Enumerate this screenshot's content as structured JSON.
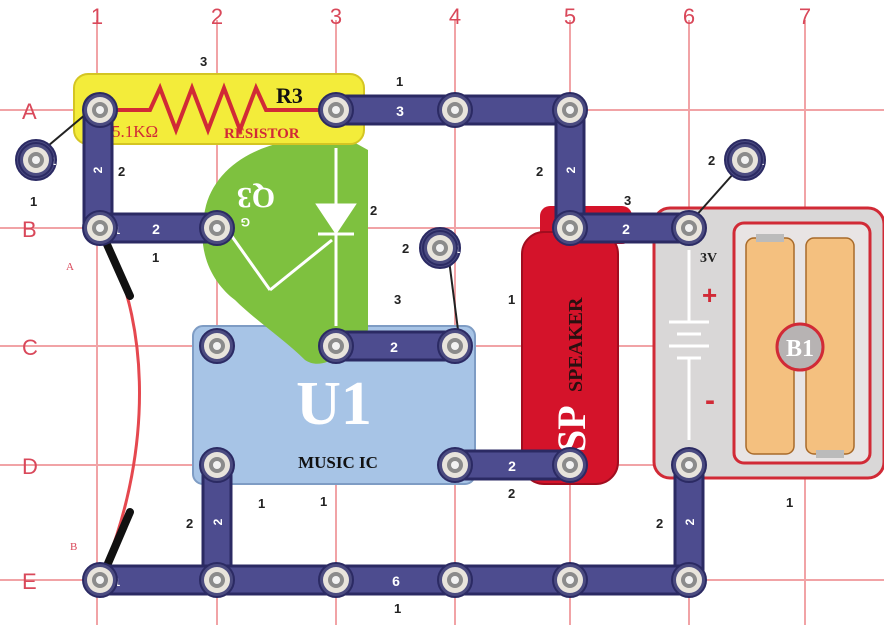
{
  "grid": {
    "columns": [
      "1",
      "2",
      "3",
      "4",
      "5",
      "6",
      "7"
    ],
    "rows": [
      "A",
      "B",
      "C",
      "D",
      "E"
    ]
  },
  "parts": {
    "resistor": {
      "designator": "R3",
      "value": "5.1KΩ",
      "name": "RESISTOR",
      "level": "3"
    },
    "transistor": {
      "designator": "Q3",
      "pin": "G",
      "level": "2"
    },
    "music_ic": {
      "designator": "U1",
      "name": "MUSIC IC",
      "level": "1"
    },
    "speaker": {
      "designator": "SP",
      "name": "SPEAKER",
      "level": "1"
    },
    "battery": {
      "designator": "B1",
      "voltage": "3V",
      "plus": "+",
      "minus": "-",
      "level": "1"
    },
    "jumper": {
      "end_a": "A",
      "end_b": "B"
    }
  },
  "snaps": {
    "a34": {
      "num": "3",
      "level": "1"
    },
    "a45": {
      "num": "2",
      "level": "2"
    },
    "b56": {
      "num": "2",
      "level": "3"
    },
    "ab1": {
      "num": "2",
      "level": "2"
    },
    "b12": {
      "num": "2",
      "level": "1"
    },
    "c34": {
      "num": "2",
      "level": "3"
    },
    "d45": {
      "num": "2",
      "level": "2"
    },
    "de2": {
      "num": "2",
      "level": "2"
    },
    "de6": {
      "num": "2",
      "level": "2"
    },
    "e16": {
      "num": "6",
      "level": "1"
    }
  },
  "single_snaps": {
    "s1": {
      "num": "1",
      "level": "1"
    },
    "s2": {
      "num": "1",
      "level": "2"
    },
    "s3": {
      "num": "1",
      "level": "2"
    },
    "s_a1": "1",
    "s_b1": "1",
    "s_e1": "1"
  },
  "loose_labels": {
    "d_level": "1",
    "sp_level2": "2"
  },
  "colors": {
    "grid": "#f1a3a6",
    "label": "#d9485a",
    "snap": "#4d4c8f",
    "resistor": "#f3ec3a",
    "transistor": "#7ec13f",
    "ic": "#a7c4e6",
    "speaker": "#d4132a",
    "battery_case": "#d9d7d7",
    "cells": "#f4c07f"
  }
}
